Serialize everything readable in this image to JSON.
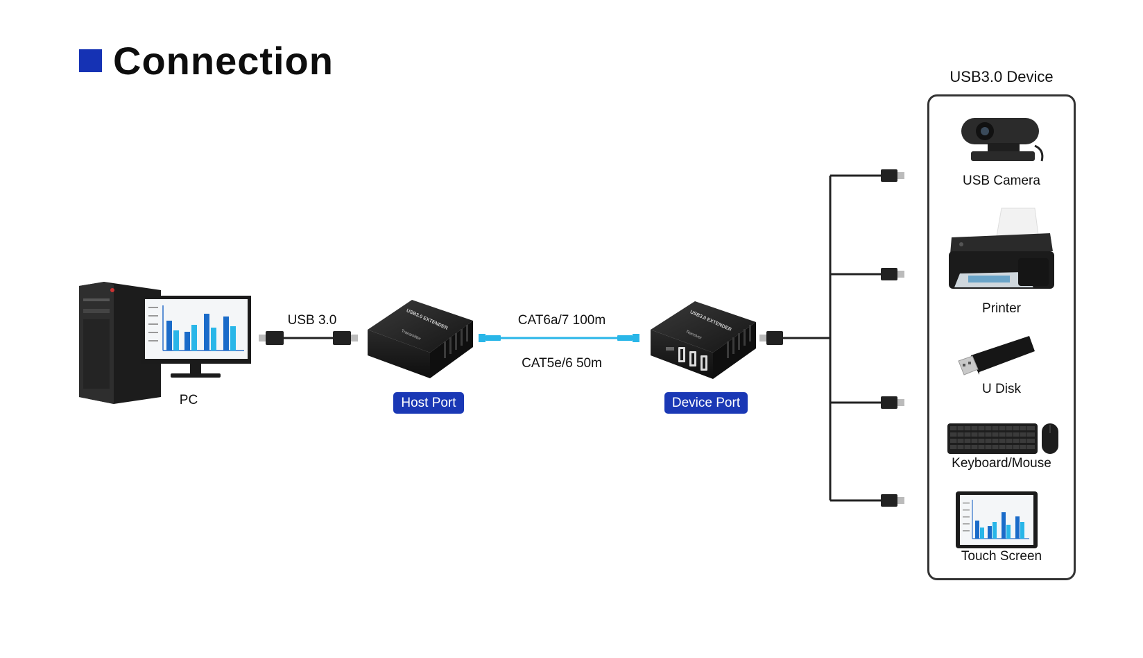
{
  "title": "Connection",
  "colors": {
    "accent": "#1532b4",
    "pill": "#1a38b5",
    "cable_blue": "#29b6e8",
    "device_dark": "#222222"
  },
  "labels": {
    "pc": "PC",
    "usb_link": "USB 3.0",
    "cat_top": "CAT6a/7 100m",
    "cat_bottom": "CAT5e/6 50m"
  },
  "ports": {
    "host": "Host Port",
    "device": "Device Port"
  },
  "extenders": {
    "transmitter_brand": "USB3.0 EXTENDER",
    "transmitter_role": "Transmitter",
    "receiver_brand": "USB3.0 EXTENDER",
    "receiver_role": "Receiver"
  },
  "devices_panel": {
    "title": "USB3.0 Device",
    "items": [
      {
        "label": "USB Camera",
        "icon": "webcam-icon"
      },
      {
        "label": "Printer",
        "icon": "printer-icon"
      },
      {
        "label": "U Disk",
        "icon": "usb-drive-icon"
      },
      {
        "label": "Keyboard/Mouse",
        "icon": "keyboard-mouse-icon"
      },
      {
        "label": "Touch Screen",
        "icon": "touch-screen-icon"
      }
    ]
  }
}
